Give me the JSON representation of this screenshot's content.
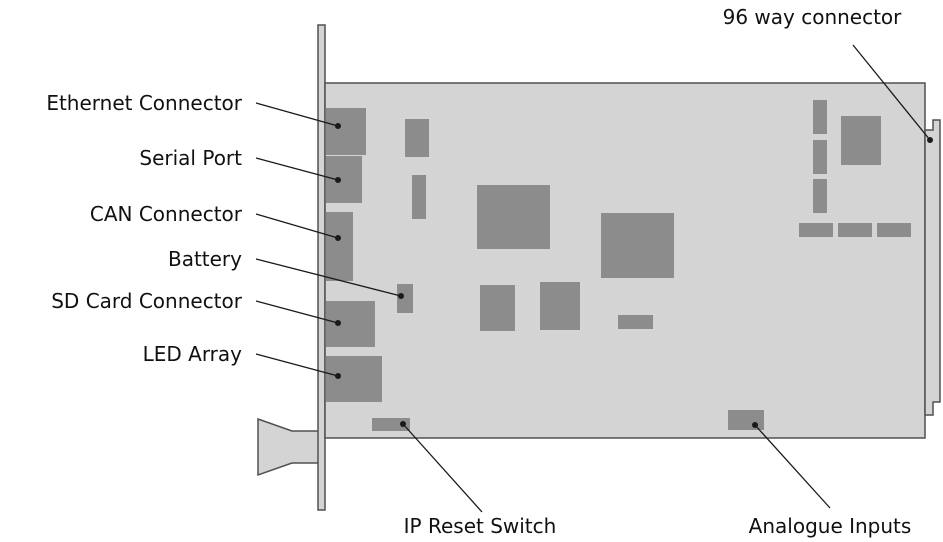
{
  "labels": {
    "ethernet": "Ethernet Connector",
    "serial": "Serial Port",
    "can": "CAN Connector",
    "battery": "Battery",
    "sdcard": "SD Card Connector",
    "led": "LED Array",
    "ip_reset": "IP Reset Switch",
    "analogue": "Analogue Inputs",
    "connector96": "96 way connector"
  },
  "colors": {
    "board": "#d4d4d4",
    "component": "#8c8c8c",
    "outline": "#505050",
    "leader": "#1a1a1a"
  }
}
